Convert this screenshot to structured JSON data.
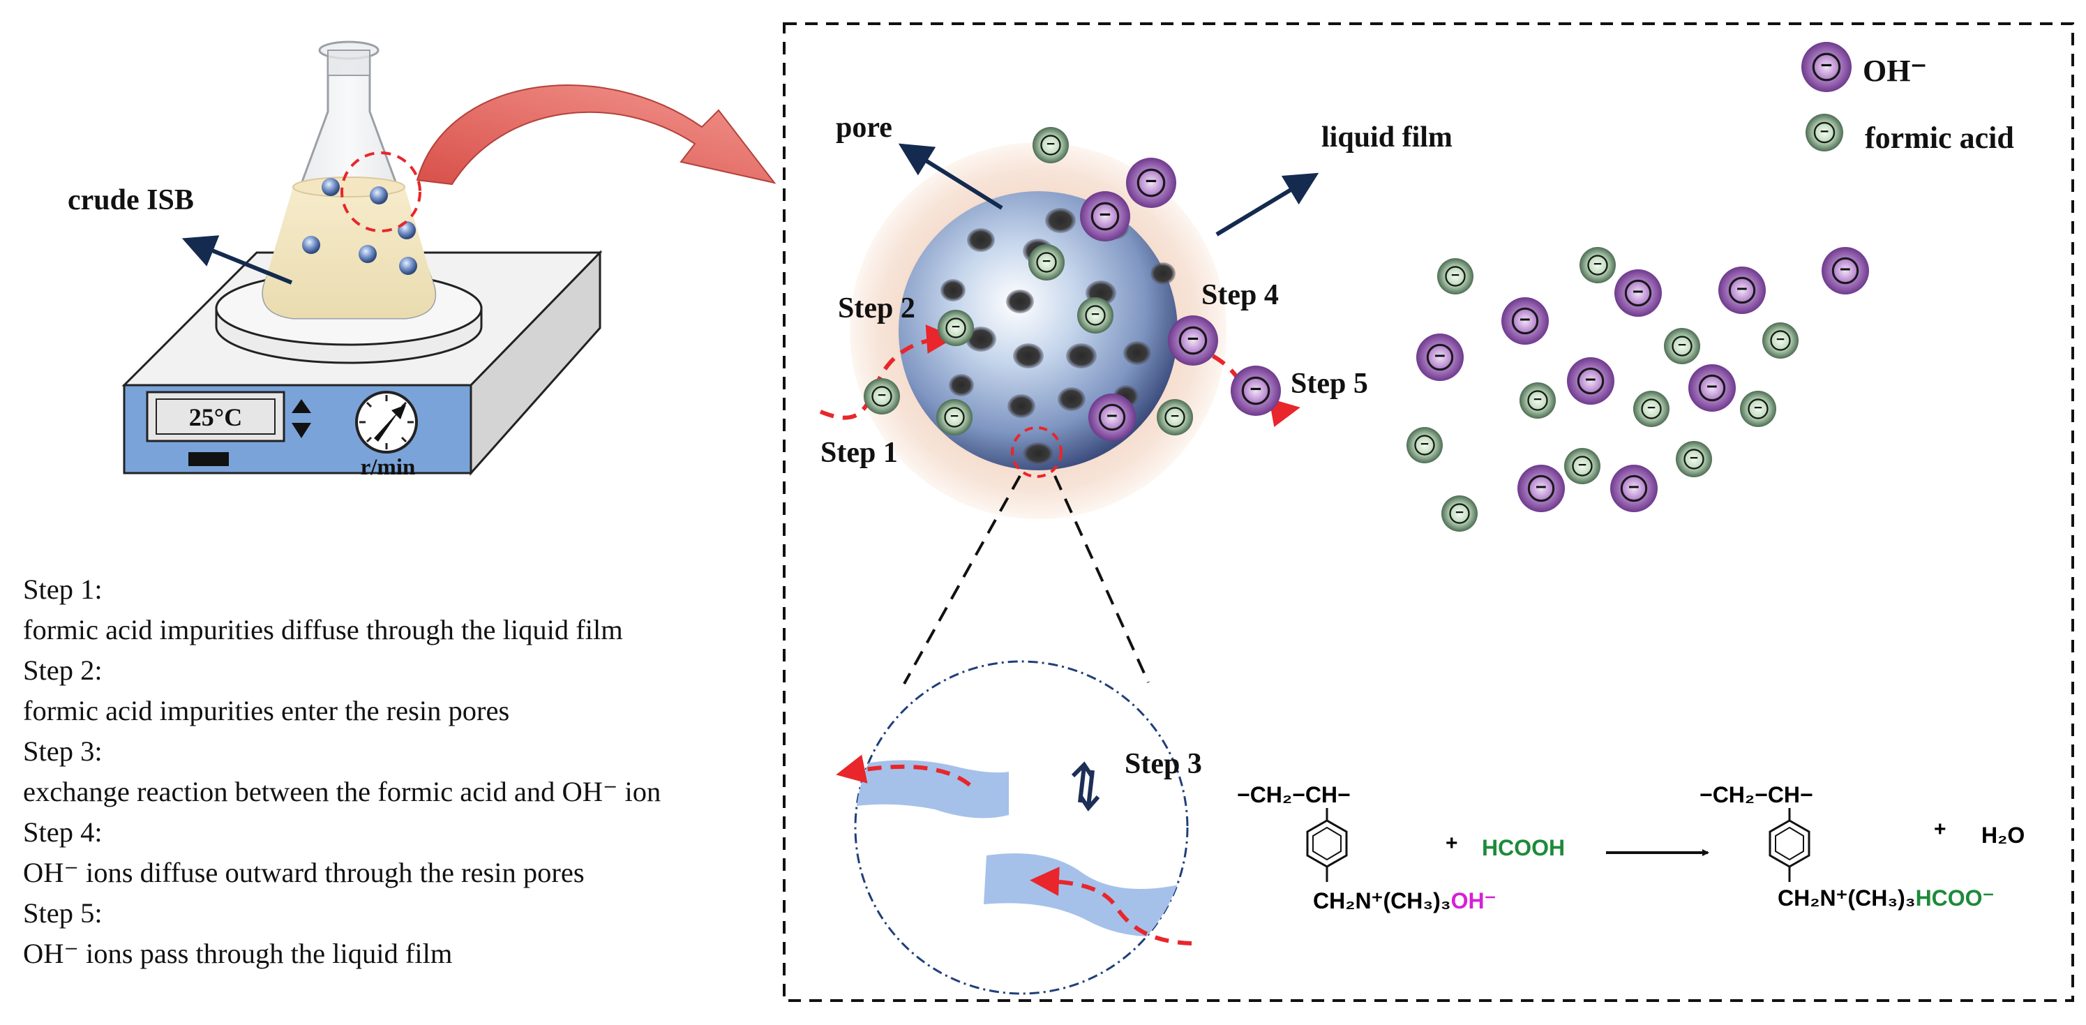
{
  "labels": {
    "crude_isb": "crude ISB",
    "temperature": "25°C",
    "speed_unit": "r/min",
    "pore": "pore",
    "liquid_film": "liquid film",
    "step1": "Step 1",
    "step2": "Step 2",
    "step3": "Step 3",
    "step4": "Step 4",
    "step5": "Step 5",
    "ion_sign": "−"
  },
  "legend": {
    "oh": "OH⁻",
    "formic": "formic acid"
  },
  "reaction": {
    "chain": "−CH₂−CH−",
    "resin_oh_prefix": "CH₂N⁺(CH₃)₃",
    "resin_oh_suffix": "OH⁻",
    "plus": "+",
    "reagent": "HCOOH",
    "resin_hcoo_prefix": "CH₂N⁺(CH₃)₃",
    "resin_hcoo_suffix": "HCOO⁻",
    "water": "H₂O"
  },
  "steps": [
    {
      "title": "Step 1:",
      "desc": "formic acid impurities diffuse through the liquid film"
    },
    {
      "title": "Step 2:",
      "desc": "formic acid impurities enter the resin pores"
    },
    {
      "title": "Step 3:",
      "desc": "exchange reaction between the formic acid and OH⁻ ion"
    },
    {
      "title": "Step 4:",
      "desc": "OH⁻ ions diffuse outward through the resin pores"
    },
    {
      "title": "Step 5:",
      "desc": "OH⁻ ions pass through the liquid film"
    }
  ],
  "colors": {
    "oh_ion": "#a866c0",
    "formic_ion": "#a9cfa7",
    "arrow_red": "#e8262b",
    "curved_arrow": "#e56a63",
    "panel_blue": "#7aa3d9",
    "reaction_magenta": "#d61fd6",
    "reaction_green": "#1d8a3a"
  }
}
